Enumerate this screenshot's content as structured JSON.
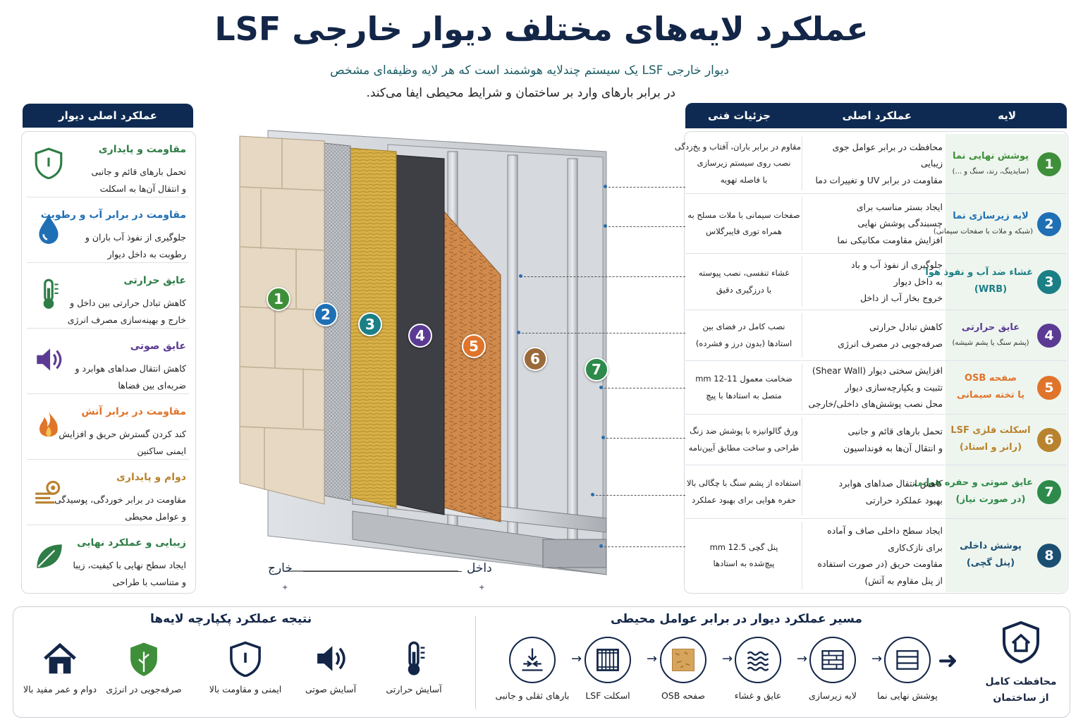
{
  "title": "عملکرد لایه‌های مختلف دیوار خارجی LSF",
  "subtitle_line1": "دیوار خارجی LSF یک سیستم چندلایه هوشمند است که هر لایه وظیفه‌ای مشخص",
  "subtitle_line2": "در برابر بارهای وارد بر ساختمان و شرایط محیطی ایفا می‌کند.",
  "left_panel": {
    "header": "عملکرد اصلی دیوار",
    "items": [
      {
        "title": "مقاومت و پایداری",
        "line1": "تحمل بارهای قائم و جانبی",
        "line2": "و انتقال آن‌ها به اسکلت",
        "icon": "shield-icon",
        "color": "#2e7d46"
      },
      {
        "title": "مقاومت در برابر آب و رطوبت",
        "line1": "جلوگیری از نفوذ آب باران و",
        "line2": "رطوبت به داخل دیوار",
        "icon": "water-drop-icon",
        "color": "#1f6fb5"
      },
      {
        "title": "عایق حرارتی",
        "line1": "کاهش تبادل حرارتی بین داخل و",
        "line2": "خارج و بهینه‌سازی مصرف انرژی",
        "icon": "thermometer-icon",
        "color": "#2e7d46"
      },
      {
        "title": "عایق صوتی",
        "line1": "کاهش انتقال صداهای هوابرد و",
        "line2": "ضربه‌ای بین فضاها",
        "icon": "speaker-icon",
        "color": "#5b3a94"
      },
      {
        "title": "مقاومت در برابر آتش",
        "line1": "کند کردن گسترش حریق و افزایش",
        "line2": "ایمنی ساکنین",
        "icon": "fire-icon",
        "color": "#e0742a"
      },
      {
        "title": "دوام و پایداری",
        "line1": "مقاومت در برابر خوردگی، پوسیدگی",
        "line2": "و عوامل محیطی",
        "icon": "wind-gear-icon",
        "color": "#b9822e"
      },
      {
        "title": "زیبایی و عملکرد نهایی",
        "line1": "ایجاد سطح نهایی با کیفیت، زیبا",
        "line2": "و متناسب با طراحی",
        "icon": "leaf-icon",
        "color": "#2e7d46"
      }
    ]
  },
  "table": {
    "col_layer": "لایه",
    "col_function": "عملکرد اصلی",
    "col_details": "جزئیات فنی",
    "rows": [
      {
        "num": "1",
        "color": "#3f8f3a",
        "name": "پوشش نهایی نما",
        "name_sub": "(سایدینگ، رند، سنگ و ...)",
        "name_sub_style": "small",
        "f": [
          "محافظت در برابر عوامل جوی",
          "زیبایی",
          "مقاومت در برابر UV و تغییرات دما"
        ],
        "d": [
          "مقاوم در برابر باران، آفتاب و یخ‌زدگی",
          "نصب روی سیستم زیرسازی",
          "با فاصله تهویه"
        ]
      },
      {
        "num": "2",
        "color": "#1f6fb5",
        "name": "لایه زیرسازی نما",
        "name_sub": "(شبکه و ملات با صفحات سیمانی)",
        "name_sub_style": "small",
        "f": [
          "ایجاد بستر مناسب برای",
          "چسبندگی پوشش نهایی",
          "افزایش مقاومت مکانیکی نما"
        ],
        "d": [
          "صفحات سیمانی با ملات مسلح به",
          "همراه توری فایبرگلاس"
        ]
      },
      {
        "num": "3",
        "color": "#1b7f86",
        "name": "غشاء ضد آب و نفوذ هوا",
        "name_sub": "(WRB)",
        "name_sub_style": "big",
        "f": [
          "جلوگیری از نفوذ آب و باد",
          "به داخل دیوار",
          "خروج بخار آب از داخل"
        ],
        "d": [
          "غشاء تنفسی، نصب پیوسته",
          "با درزگیری دقیق"
        ]
      },
      {
        "num": "4",
        "color": "#5b3a94",
        "name": "عایق حرارتی",
        "name_sub": "(پشم سنگ یا پشم شیشه)",
        "name_sub_style": "small",
        "f": [
          "کاهش تبادل حرارتی",
          "صرفه‌جویی در مصرف انرژی"
        ],
        "d": [
          "نصب کامل در فضای بین",
          "استادها (بدون درز و فشرده)"
        ]
      },
      {
        "num": "5",
        "color": "#e0742a",
        "name": "صفحه OSB",
        "name_sub": "یا تخته سیمانی",
        "name_sub_style": "big",
        "f": [
          "افزایش سختی دیوار (Shear Wall)",
          "تثبیت و یکپارچه‌سازی دیوار",
          "محل نصب پوشش‌های داخلی/خارجی"
        ],
        "d": [
          "ضخامت معمول 11-12 mm",
          "متصل به استادها با پیچ"
        ]
      },
      {
        "num": "6",
        "color": "#b9822e",
        "name": "اسکلت فلزی LSF",
        "name_sub": "(رانر و استاد)",
        "name_sub_style": "big",
        "f": [
          "تحمل بارهای قائم و جانبی",
          "و انتقال آن‌ها به فونداسیون"
        ],
        "d": [
          "ورق گالوانیزه با پوشش ضد زنگ",
          "طراحی و ساخت مطابق آیین‌نامه"
        ]
      },
      {
        "num": "7",
        "color": "#2e8a4a",
        "name": "عایق صوتی و حفره هوایی",
        "name_sub": "(در صورت نیاز)",
        "name_sub_style": "big",
        "f": [
          "کاهش انتقال صداهای هوابرد",
          "بهبود عملکرد حرارتی"
        ],
        "d": [
          "استفاده از پشم سنگ با چگالی بالا",
          "حفره هوایی برای بهبود عملکرد"
        ]
      },
      {
        "num": "8",
        "color": "#1b4f72",
        "name": "پوشش داخلی",
        "name_sub": "(پنل گچی)",
        "name_sub_style": "big",
        "f": [
          "ایجاد سطح داخلی صاف و آماده",
          "برای نازک‌کاری",
          "مقاومت حریق (در صورت استفاده",
          "از پنل مقاوم به آتش)"
        ],
        "d": [
          "پنل گچی 12.5 mm",
          "پیچ‌شده به استادها"
        ]
      }
    ]
  },
  "diagram": {
    "outside_label": "خارج",
    "inside_label": "داخل",
    "badges": [
      {
        "n": "1",
        "color": "#3f8f3a"
      },
      {
        "n": "2",
        "color": "#1f6fb5"
      },
      {
        "n": "3",
        "color": "#1b7f86"
      },
      {
        "n": "4",
        "color": "#5b3a94"
      },
      {
        "n": "5",
        "color": "#e0742a"
      },
      {
        "n": "6",
        "color": "#9a6a3a"
      },
      {
        "n": "7",
        "color": "#2e8a4a"
      }
    ]
  },
  "bottom": {
    "result_title": "نتیجه عملکرد پکپارچه لایه‌ها",
    "results": [
      {
        "label": "آسایش حرارتی",
        "icon": "thermometer-icon"
      },
      {
        "label": "آسایش صوتی",
        "icon": "speaker-icon"
      },
      {
        "label": "ایمنی و مقاومت بالا",
        "icon": "shield-icon"
      },
      {
        "label": "صرفه‌جویی در انرژی",
        "icon": "energy-leaf-icon"
      },
      {
        "label": "دوام و عمر مفید بالا",
        "icon": "house-icon"
      }
    ],
    "path_title": "مسیر عملکرد دیوار در برابر عوامل محیطی",
    "path": [
      {
        "label": "پوشش نهایی نما",
        "icon": "cladding-icon"
      },
      {
        "label": "لایه زیرسازی",
        "icon": "brick-icon"
      },
      {
        "label": "عایق و غشاء",
        "icon": "waves-icon"
      },
      {
        "label": "صفحه OSB",
        "icon": "osb-icon"
      },
      {
        "label": "اسکلت LSF",
        "icon": "frame-icon"
      },
      {
        "label": "بارهای ثقلی و جانبی",
        "icon": "loads-icon"
      }
    ],
    "final_line1": "محافظت کامل",
    "final_line2": "از ساختمان",
    "final_icon": "house-shield-icon"
  }
}
